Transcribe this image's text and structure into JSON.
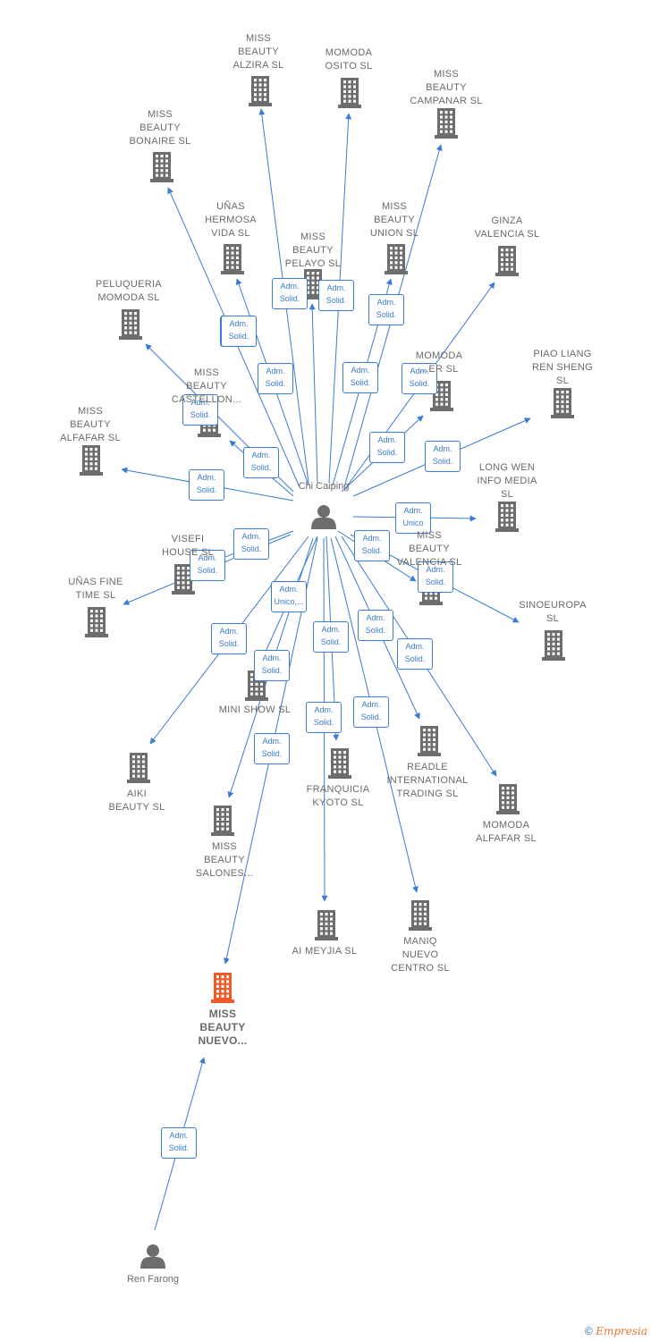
{
  "colors": {
    "edge": "#3a7bd5",
    "building": "#6d6d6d",
    "highlight": "#f05a28",
    "text": "#6a6a6a"
  },
  "persons": [
    {
      "id": "chi",
      "label": "Chi Caiping",
      "icon": "person-icon"
    },
    {
      "id": "ren",
      "label": "Ren Farong",
      "icon": "person-icon"
    }
  ],
  "companies": [
    {
      "id": "alzira",
      "label": "MISS\nBEAUTY\nALZIRA  SL",
      "icon": "building-icon"
    },
    {
      "id": "osito",
      "label": "MOMODA\nOSITO  SL",
      "icon": "building-icon"
    },
    {
      "id": "campanar",
      "label": "MISS\nBEAUTY\nCAMPANAR  SL",
      "icon": "building-icon"
    },
    {
      "id": "bonaire",
      "label": "MISS\nBEAUTY\nBONAIRE  SL",
      "icon": "building-icon"
    },
    {
      "id": "unashermosa",
      "label": "UÑAS\nHERMOSA\nVIDA  SL",
      "icon": "building-icon"
    },
    {
      "id": "pelayo",
      "label": "MISS\nBEAUTY\nPELAYO  SL",
      "icon": "building-icon"
    },
    {
      "id": "union",
      "label": "MISS\nBEAUTY\nUNION  SL",
      "icon": "building-icon"
    },
    {
      "id": "ginza",
      "label": "GINZA\nVALENCIA  SL",
      "icon": "building-icon"
    },
    {
      "id": "peluqueria",
      "label": "PELUQUERIA\nMOMODA  SL",
      "icon": "building-icon"
    },
    {
      "id": "momodaer",
      "label": "MOMODA\n...ER  SL",
      "icon": "building-icon"
    },
    {
      "id": "piaoliang",
      "label": "PIAO LIANG\nREN SHENG\nSL",
      "icon": "building-icon"
    },
    {
      "id": "castellon",
      "label": "MISS\nBEAUTY\nCASTELLON...",
      "icon": "building-icon"
    },
    {
      "id": "alfafarmb",
      "label": "MISS\nBEAUTY\nALFAFAR  SL",
      "icon": "building-icon"
    },
    {
      "id": "longwen",
      "label": "LONG WEN\nINFO MEDIA\nSL",
      "icon": "building-icon"
    },
    {
      "id": "visefi",
      "label": "VISEFI\nHOUSE  SL",
      "icon": "building-icon"
    },
    {
      "id": "mbvalencia",
      "label": "MISS\nBEAUTY\nVALENCIA  SL",
      "icon": "building-icon"
    },
    {
      "id": "unasfine",
      "label": "UÑAS FINE\nTIME  SL",
      "icon": "building-icon"
    },
    {
      "id": "sinoeuropa",
      "label": "SINOEUROPA\nSL",
      "icon": "building-icon"
    },
    {
      "id": "minishow",
      "label": "MINI SHOW  SL",
      "icon": "building-icon"
    },
    {
      "id": "aiki",
      "label": "AIKI\nBEAUTY  SL",
      "icon": "building-icon"
    },
    {
      "id": "readle",
      "label": "READLE\nINTERNATIONAL\nTRADING  SL",
      "icon": "building-icon"
    },
    {
      "id": "kyoto",
      "label": "FRANQUICIA\nKYOTO  SL",
      "icon": "building-icon"
    },
    {
      "id": "momodaalfafar",
      "label": "MOMODA\nALFAFAR  SL",
      "icon": "building-icon"
    },
    {
      "id": "salones",
      "label": "MISS\nBEAUTY\nSALONES...",
      "icon": "building-icon"
    },
    {
      "id": "aimeyjia",
      "label": "AI MEYJIA  SL",
      "icon": "building-icon"
    },
    {
      "id": "maniq",
      "label": "MANIQ\nNUEVO\nCENTRO  SL",
      "icon": "building-icon"
    },
    {
      "id": "nuevo",
      "label": "MISS\nBEAUTY\nNUEVO...",
      "icon": "building-icon",
      "highlight": true
    }
  ],
  "relations": [
    {
      "from": "chi",
      "to": "alzira",
      "label": "Adm.\nSolid."
    },
    {
      "from": "chi",
      "to": "osito",
      "label": "Adm.\nSolid."
    },
    {
      "from": "chi",
      "to": "campanar",
      "label": "Adm.\nSolid."
    },
    {
      "from": "chi",
      "to": "bonaire",
      "label": "Adm.\nSolid."
    },
    {
      "from": "chi",
      "to": "unashermosa",
      "label": "Adm.\nSolid."
    },
    {
      "from": "chi",
      "to": "pelayo",
      "label": "Adm.\nSolid."
    },
    {
      "from": "chi",
      "to": "union",
      "label": "Adm.\nSolid."
    },
    {
      "from": "chi",
      "to": "ginza",
      "label": "Adm.\nSolid."
    },
    {
      "from": "chi",
      "to": "peluqueria",
      "label": "Adm.\nSolid."
    },
    {
      "from": "chi",
      "to": "momodaer",
      "label": "Adm.\nSolid."
    },
    {
      "from": "chi",
      "to": "piaoliang",
      "label": "Adm.\nSolid."
    },
    {
      "from": "chi",
      "to": "castellon",
      "label": "Adm.\nSolid."
    },
    {
      "from": "chi",
      "to": "alfafarmb",
      "label": "Adm.\nSolid."
    },
    {
      "from": "chi",
      "to": "longwen",
      "label": "Adm.\nUnico"
    },
    {
      "from": "chi",
      "to": "visefi",
      "label": "Adm.\nSolid."
    },
    {
      "from": "chi",
      "to": "mbvalencia",
      "label": "Adm.\nSolid."
    },
    {
      "from": "chi",
      "to": "unasfine",
      "label": "Adm.\nSolid."
    },
    {
      "from": "chi",
      "to": "sinoeuropa",
      "label": "Adm.\nSolid."
    },
    {
      "from": "chi",
      "to": "minishow",
      "label": "Adm.\nUnico,..."
    },
    {
      "from": "chi",
      "to": "aiki",
      "label": "Adm.\nSolid."
    },
    {
      "from": "chi",
      "to": "readle",
      "label": "Adm.\nSolid."
    },
    {
      "from": "chi",
      "to": "kyoto",
      "label": "Adm.\nSolid."
    },
    {
      "from": "chi",
      "to": "momodaalfafar",
      "label": "Adm.\nSolid."
    },
    {
      "from": "chi",
      "to": "salones",
      "label": "Adm.\nSolid."
    },
    {
      "from": "chi",
      "to": "aimeyjia",
      "label": "Adm.\nSolid."
    },
    {
      "from": "chi",
      "to": "maniq",
      "label": "Adm.\nSolid."
    },
    {
      "from": "chi",
      "to": "nuevo",
      "label": "Adm.\nSolid."
    },
    {
      "from": "ren",
      "to": "nuevo",
      "label": "Adm.\nSolid."
    }
  ],
  "footer": {
    "copyright": "©",
    "brand": "Empresia"
  }
}
